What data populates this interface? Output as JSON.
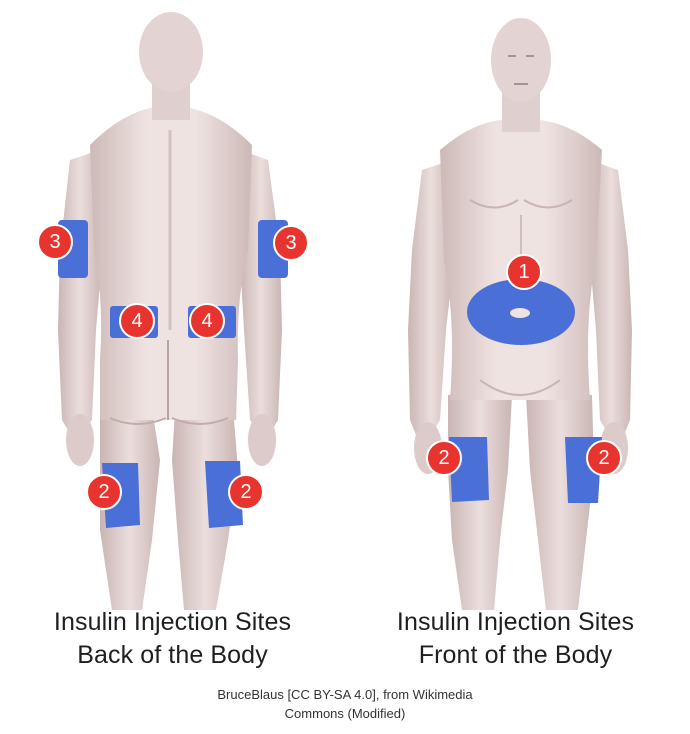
{
  "figures": [
    {
      "id": "back",
      "title_line1": "Insulin Injection Sites",
      "title_line2": "Back of the Body"
    },
    {
      "id": "front",
      "title_line1": "Insulin Injection Sites",
      "title_line2": "Front of the Body"
    }
  ],
  "credit": {
    "line1": "BruceBlaus [CC BY-SA 4.0], from Wikimedia",
    "line2": "Commons (Modified)"
  },
  "markers": {
    "abdomen": "1",
    "thigh": "2",
    "upper_arm": "3",
    "lower_back": "4"
  },
  "colors": {
    "site_fill": "#4a6fd6",
    "marker_fill": "#e8342f",
    "marker_stroke": "#ffffff",
    "skin_light": "#efe2e1",
    "skin_mid": "#dccbca",
    "skin_shadow": "#c4b0ae"
  }
}
